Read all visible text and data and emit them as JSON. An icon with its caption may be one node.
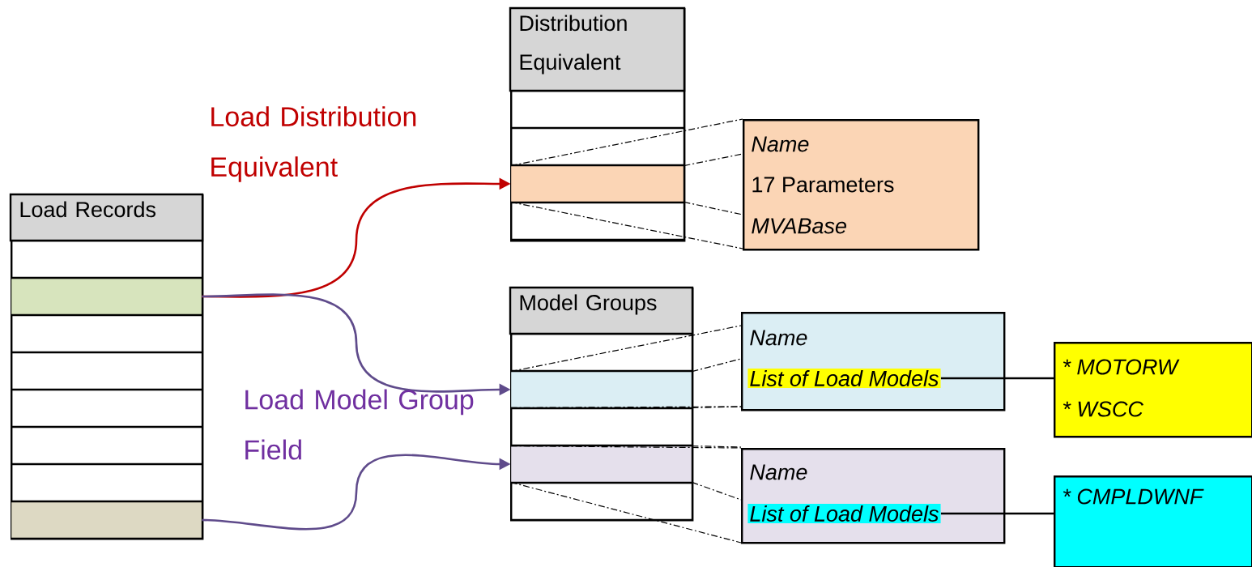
{
  "diagram": {
    "nodes": [
      {
        "text": [
          "Load Records"
        ]
      },
      {
        "text": [],
        "shape": "box",
        "in": 0
      },
      {
        "text": [],
        "shape": "box",
        "in": 0
      },
      {
        "text": [],
        "shape": "box",
        "in": 0
      },
      {
        "text": [],
        "shape": "box",
        "in": 0
      },
      {
        "text": [],
        "shape": "box",
        "in": 0
      },
      {
        "text": [],
        "shape": "box",
        "in": 0
      },
      {
        "text": [],
        "shape": "box",
        "in": 0
      },
      {
        "text": [],
        "shape": "box",
        "in": 0
      },
      {
        "text": [
          "Distribution Equivalent"
        ]
      },
      {
        "text": [],
        "shape": "box",
        "in": 9
      },
      {
        "text": [],
        "shape": "box",
        "in": 9
      },
      {
        "text": [],
        "shape": "box",
        "in": 9
      },
      {
        "text": [],
        "shape": "box",
        "in": 9
      },
      {
        "text": [
          "Model Groups"
        ]
      },
      {
        "text": [],
        "shape": "box",
        "in": 14
      },
      {
        "text": [],
        "shape": "box",
        "in": 14
      },
      {
        "text": [],
        "shape": "box",
        "in": 14
      },
      {
        "text": [],
        "shape": "box",
        "in": 14
      },
      {
        "text": [],
        "shape": "box",
        "in": 14
      },
      {
        "text": [
          "Name",
          "17 Parameters",
          "MVABase"
        ]
      },
      {
        "text": [
          "Name",
          "List of Load Models"
        ]
      },
      {
        "text": [
          "* MOTORW",
          "* WSCC"
        ]
      },
      {
        "text": [
          "Name",
          "List of Load Models"
        ]
      },
      {
        "text": [
          "* CMPLDWNF"
        ]
      }
    ],
    "edges": [
      {
        "from": 2,
        "to": 12,
        "arrow": "to",
        "color": "#c00000"
      },
      {
        "from": 2,
        "to": 16,
        "arrow": "to",
        "color": "#5f4b8b"
      },
      {
        "from": 8,
        "to": 18,
        "arrow": "to",
        "color": "#5f4b8b"
      },
      {
        "from": 12,
        "to": 20,
        "arrow": "none",
        "style": "dashed"
      },
      {
        "from": 12,
        "to": 20,
        "arrow": "none",
        "style": "dashed"
      },
      {
        "from": 12,
        "to": 20,
        "arrow": "none",
        "style": "dashed"
      },
      {
        "from": 12,
        "to": 20,
        "arrow": "none",
        "style": "dashed"
      },
      {
        "from": 16,
        "to": 21,
        "arrow": "none",
        "style": "dashed"
      },
      {
        "from": 16,
        "to": 21,
        "arrow": "none",
        "style": "dashed"
      },
      {
        "from": 16,
        "to": 21,
        "arrow": "none",
        "style": "dashed"
      },
      {
        "from": 16,
        "to": 21,
        "arrow": "none",
        "style": "dashed"
      },
      {
        "from": 18,
        "to": 23,
        "arrow": "none",
        "style": "dashed"
      },
      {
        "from": 18,
        "to": 23,
        "arrow": "none",
        "style": "dashed"
      },
      {
        "from": 18,
        "to": 23,
        "arrow": "none",
        "style": "dashed"
      },
      {
        "from": 18,
        "to": 23,
        "arrow": "none",
        "style": "dashed"
      },
      {
        "from": 21,
        "to": 22,
        "arrow": "none"
      },
      {
        "from": 23,
        "to": 24,
        "arrow": "none"
      }
    ],
    "labels": [
      "Load Distribution Equivalent",
      "Load Model Group Field"
    ]
  }
}
